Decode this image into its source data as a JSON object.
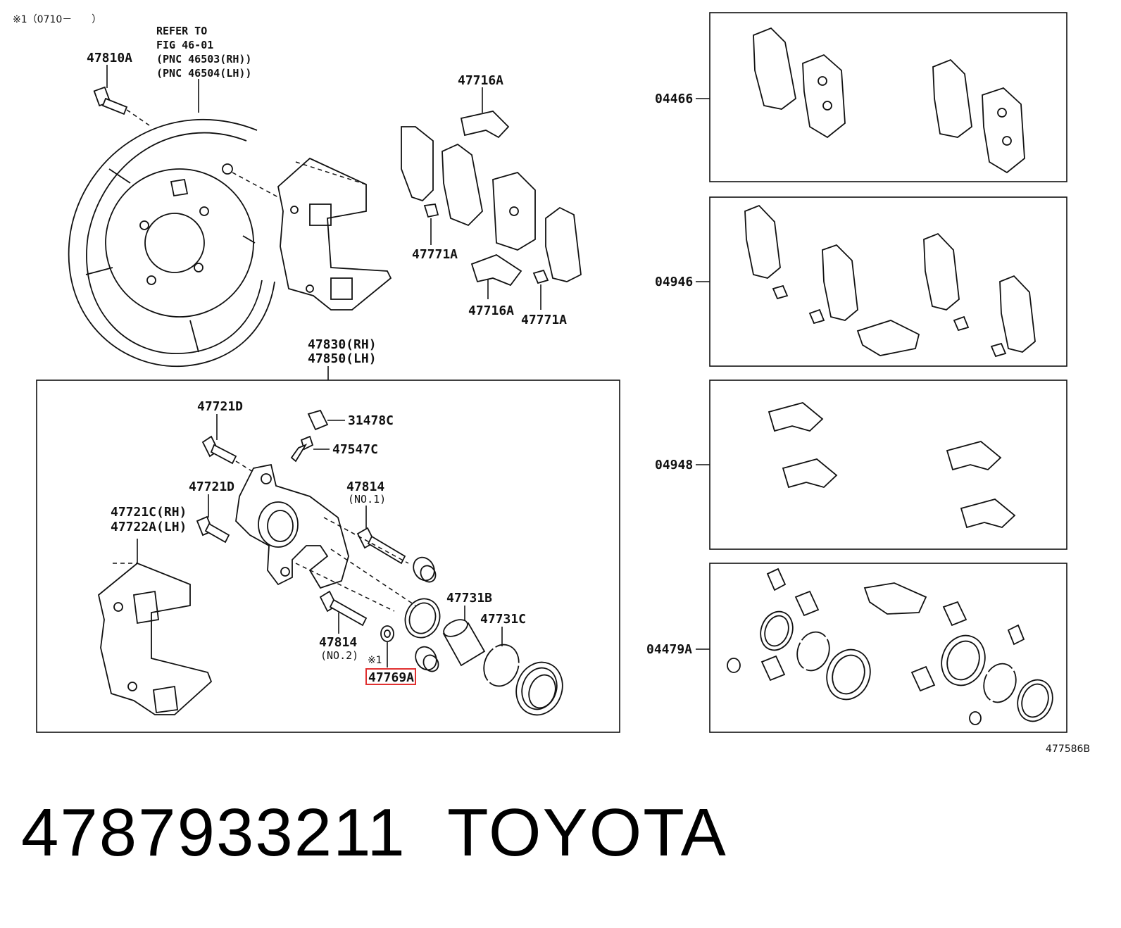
{
  "header_note": "※1（0710－　　）",
  "refer_note": [
    "REFER TO",
    "FIG 46-01",
    "(PNC 46503(RH))",
    "(PNC 46504(LH))"
  ],
  "labels": {
    "p47810A": "47810A",
    "p47716A_top": "47716A",
    "p47771A_left": "47771A",
    "p47716A_bottom": "47716A",
    "p47771A_right": "47771A",
    "p47830": "47830(RH)",
    "p47850": "47850(LH)",
    "p47721D_top": "47721D",
    "p31478C": "31478C",
    "p47547C": "47547C",
    "p47721D_mid": "47721D",
    "p47814_no1": "47814",
    "p47814_no1_sub": "(NO.1)",
    "p47721C": "47721C(RH)",
    "p47722A": "47722A(LH)",
    "p47731B": "47731B",
    "p47731C": "47731C",
    "p47814_no2": "47814",
    "p47814_no2_sub": "(NO.2)",
    "mark1": "※1",
    "p47769A": "47769A",
    "k04466": "04466",
    "k04946": "04946",
    "k04948": "04948",
    "k04479A": "04479A",
    "fig_code": "477586B"
  },
  "highlight_color": "#e03030",
  "caption": {
    "part_number": "4787933211",
    "brand": "TOYOTA"
  }
}
